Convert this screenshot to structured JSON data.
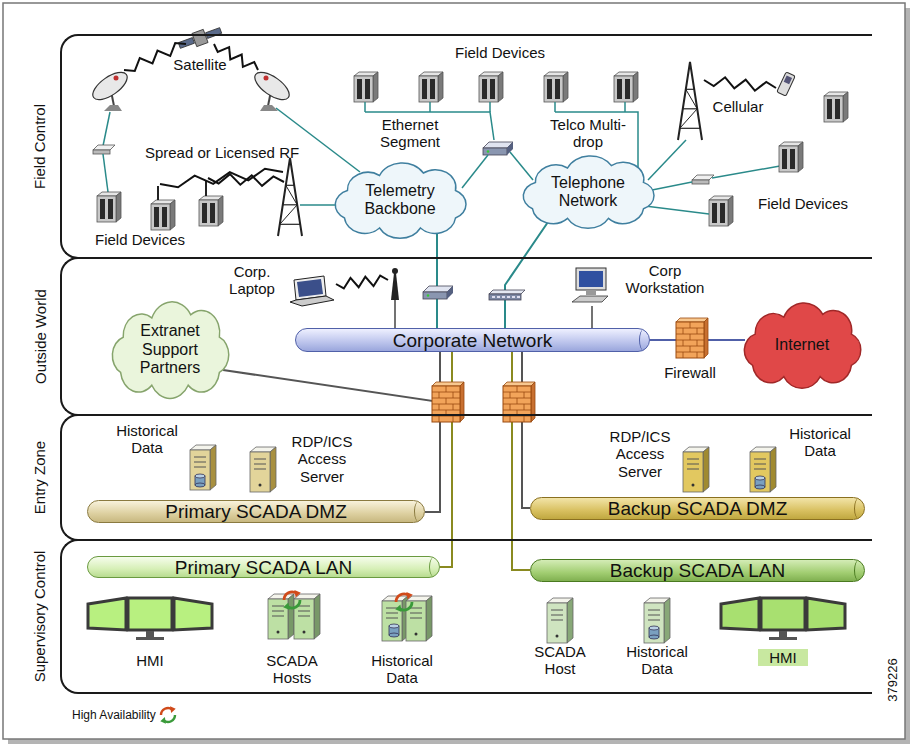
{
  "diagram": {
    "nodes": [
      {
        "text": [
          "Field Control"
        ]
      },
      {
        "text": [
          "Outside World"
        ]
      },
      {
        "text": [
          "Entry Zone"
        ]
      },
      {
        "text": [
          "Supervisory Control"
        ]
      },
      {
        "text": [
          "Telemetry Backbone"
        ],
        "in": 0
      },
      {
        "text": [
          "Telephone Network"
        ],
        "in": 0
      },
      {
        "text": [
          "Extranet Support Partners"
        ],
        "in": 1
      },
      {
        "text": [
          "Corporate Network"
        ],
        "in": 1
      },
      {
        "text": [
          "Internet"
        ],
        "in": 1
      },
      {
        "text": [
          "Primary SCADA DMZ"
        ],
        "in": 2
      },
      {
        "text": [
          "Backup SCADA DMZ"
        ],
        "in": 2
      },
      {
        "text": [
          "Primary SCADA LAN"
        ],
        "in": 3
      },
      {
        "text": [
          "Backup SCADA LAN"
        ],
        "in": 3
      }
    ],
    "edges": [
      {
        "from": 4,
        "to": 7,
        "arrow": "none"
      },
      {
        "from": 5,
        "to": 7,
        "arrow": "none"
      },
      {
        "from": 7,
        "to": 8,
        "arrow": "none"
      },
      {
        "from": 6,
        "to": 9,
        "arrow": "none"
      },
      {
        "from": 7,
        "to": 9,
        "arrow": "none"
      },
      {
        "from": 7,
        "to": 11,
        "arrow": "none"
      },
      {
        "from": 7,
        "to": 10,
        "arrow": "none"
      },
      {
        "from": 7,
        "to": 12,
        "arrow": "none"
      }
    ],
    "labels": [
      "Field Devices",
      "Satellite",
      "Ethernet Segment",
      "Telco Multi-drop",
      "Cellular",
      "Spread or Licensed RF",
      "Field Devices",
      "Field Devices",
      "Corp. Laptop",
      "Corp Workstation",
      "Firewall",
      "Historical Data",
      "RDP/ICS Access Server",
      "RDP/ICS Access Server",
      "Historical Data",
      "HMI",
      "SCADA Hosts",
      "Historical Data",
      "SCADA Host",
      "Historical Data",
      "HMI",
      "379226"
    ],
    "legend": [
      {
        "text": "High Availability"
      }
    ]
  }
}
